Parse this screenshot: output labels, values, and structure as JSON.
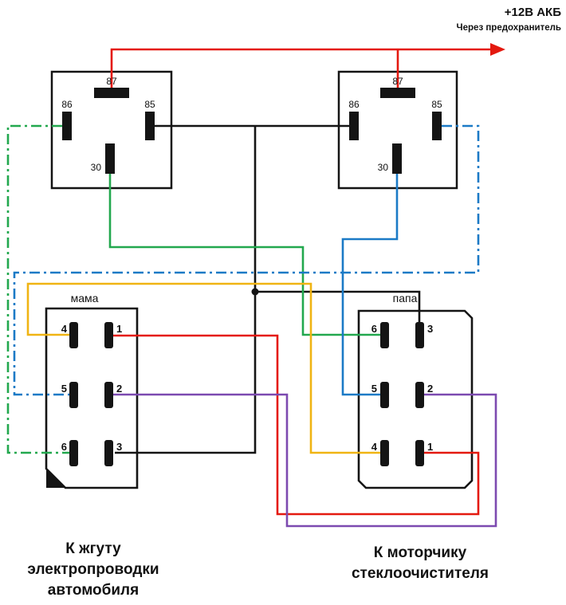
{
  "colors": {
    "red": "#e4190f",
    "black": "#141414",
    "green": "#22a84e",
    "blue": "#1b7ac6",
    "yellow": "#f0b413",
    "purple": "#7c4ab0"
  },
  "power": {
    "label": "+12В АКБ",
    "sublabel": "Через предохранитель"
  },
  "relays": {
    "relay1": {
      "pin87": "87",
      "pin86": "86",
      "pin85": "85",
      "pin30": "30"
    },
    "relay2": {
      "pin87": "87",
      "pin86": "86",
      "pin85": "85",
      "pin30": "30"
    }
  },
  "connectors": {
    "mama": {
      "label": "мама",
      "pins": [
        "4",
        "1",
        "5",
        "2",
        "6",
        "3"
      ]
    },
    "papa": {
      "label": "папа",
      "pins": [
        "6",
        "3",
        "5",
        "2",
        "4",
        "1"
      ]
    }
  },
  "captions": {
    "left": [
      "К жгуту",
      "электропроводки",
      "автомобиля"
    ],
    "right": [
      "К моторчику",
      "стеклоочистителя"
    ]
  }
}
